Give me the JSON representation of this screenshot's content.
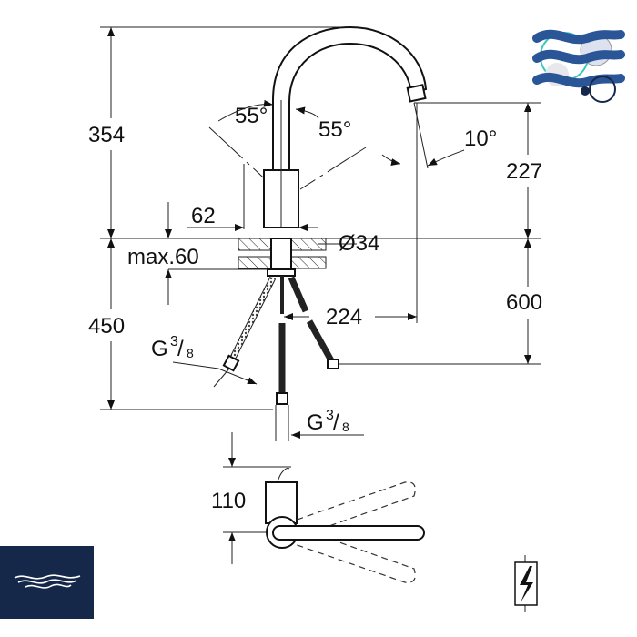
{
  "drawing": {
    "dimensions": {
      "total_height": "354",
      "swivel_left": "55°",
      "swivel_right": "55°",
      "spout_angle": "10°",
      "spout_height": "227",
      "base_diameter_62": "62",
      "hole_diameter": "Ø34",
      "max_deck": "max.60",
      "hose_length": "600",
      "projection": "224",
      "below_deck": "450",
      "handle_height": "110"
    },
    "connections": {
      "left": {
        "prefix": "G",
        "num": "3",
        "den": "8"
      },
      "bottom": {
        "prefix": "G",
        "num": "3",
        "den": "8"
      }
    }
  },
  "colors": {
    "logo_blue": "#2a5597",
    "logo_navy": "#16284a"
  }
}
